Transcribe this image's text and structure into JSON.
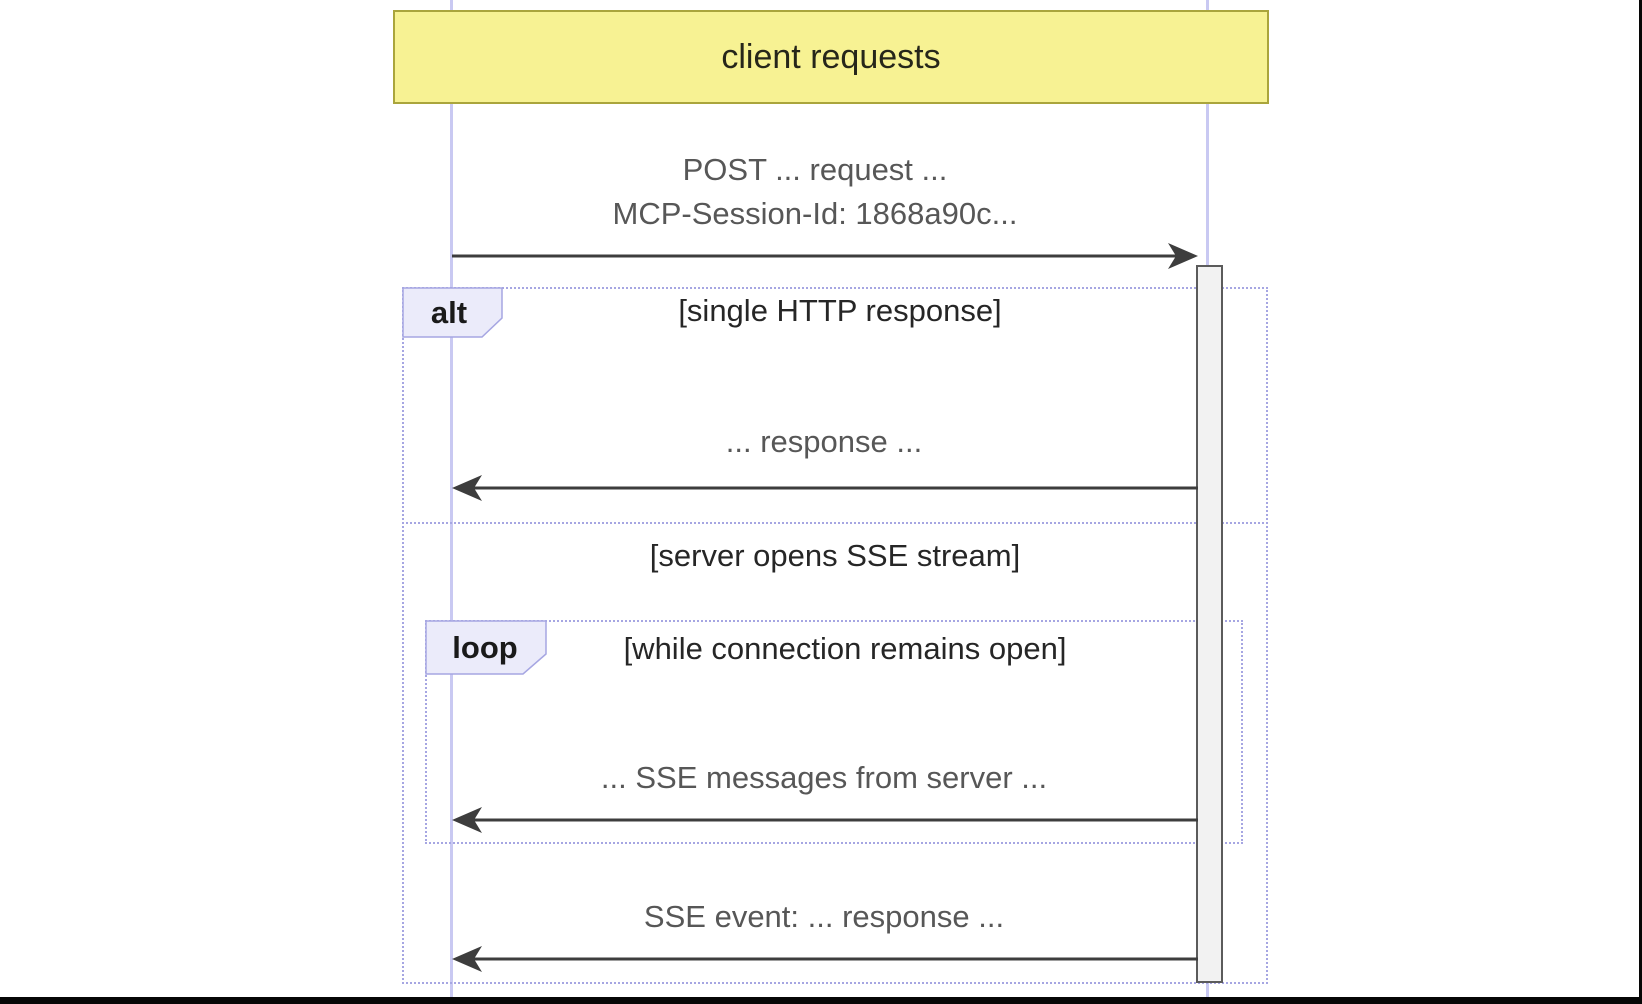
{
  "diagram": {
    "type": "sequence-diagram",
    "note": {
      "label": "client requests"
    },
    "messages": {
      "post_line1": "POST ... request ...",
      "post_line2": "MCP-Session-Id: 1868a90c...",
      "response": "... response ...",
      "sse_messages": "... SSE messages from server ...",
      "sse_event": "SSE event: ... response ..."
    },
    "frames": {
      "alt": {
        "label": "alt",
        "section1": "[single HTTP response]",
        "section2": "[server opens SSE stream]"
      },
      "loop": {
        "label": "loop",
        "title": "[while connection remains open]"
      }
    }
  },
  "colors": {
    "note_fill": "#F7F293",
    "note_border": "#AAA53C",
    "note_text": "#26261A",
    "frame": "#A6A6E2",
    "label_fill": "#EBEBFA",
    "label_border": "#A6A6E2",
    "label_text": "#1A1A1A",
    "lifeline": "#C9C9F2",
    "activation_fill": "#F2F2F2",
    "activation_border": "#5B5B5B",
    "arrow": "#3D3D3D",
    "message_text": "#575757",
    "section_text": "#262626",
    "edge": "#060606"
  }
}
